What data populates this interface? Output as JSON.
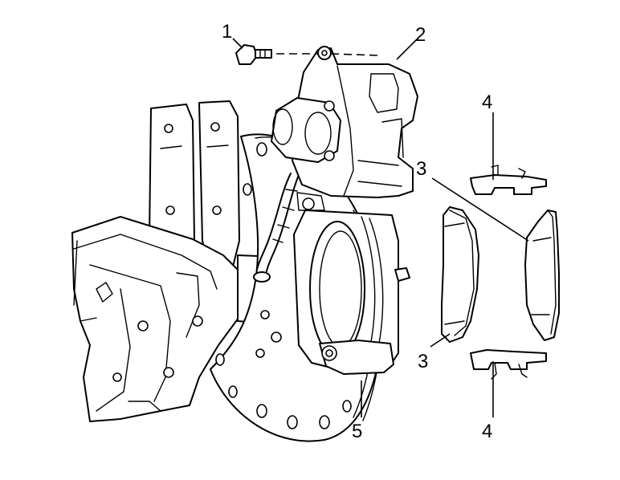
{
  "callouts": [
    {
      "id": "c1",
      "label": "1"
    },
    {
      "id": "c2",
      "label": "2"
    },
    {
      "id": "c3a",
      "label": "3"
    },
    {
      "id": "c3b",
      "label": "3"
    },
    {
      "id": "c4a",
      "label": "4"
    },
    {
      "id": "c4b",
      "label": "4"
    },
    {
      "id": "c5",
      "label": "5"
    }
  ]
}
